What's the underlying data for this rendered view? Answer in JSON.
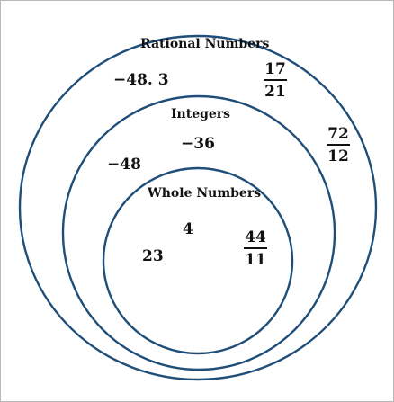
{
  "sets": {
    "rational": {
      "title": "Rational Numbers",
      "members": {
        "decimal": "−48. 3",
        "frac_a": {
          "num": "17",
          "den": "21"
        },
        "frac_b": {
          "num": "72",
          "den": "12"
        }
      }
    },
    "integers": {
      "title": "Integers",
      "members": {
        "a": "−36",
        "b": "−48"
      }
    },
    "whole": {
      "title": "Whole Numbers",
      "members": {
        "a": "4",
        "b": "23",
        "frac": {
          "num": "44",
          "den": "11"
        }
      }
    }
  },
  "colors": {
    "ring": "#1f4e79",
    "text": "#111111",
    "border": "#b8b8b8"
  }
}
